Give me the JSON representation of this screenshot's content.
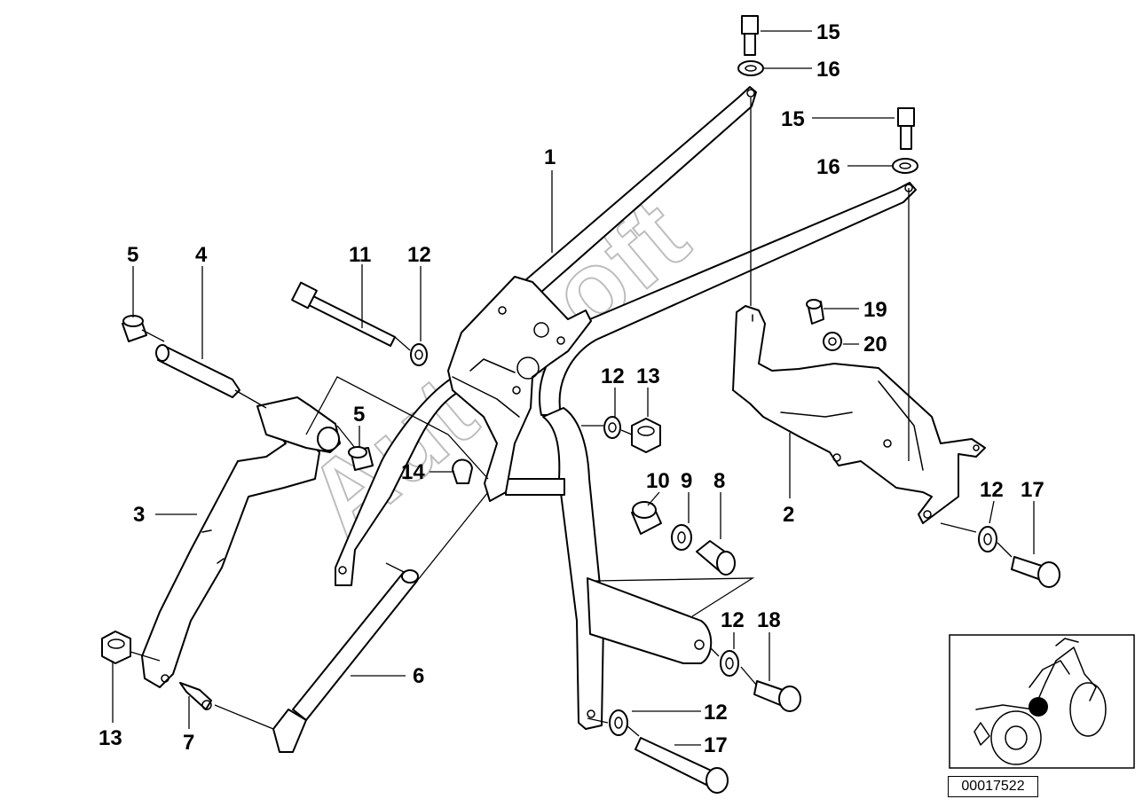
{
  "diagram": {
    "watermark": "AutoSoft",
    "reference_number": "00017522",
    "callouts": {
      "c1": "1",
      "c2": "2",
      "c3": "3",
      "c4": "4",
      "c5a": "5",
      "c5b": "5",
      "c6": "6",
      "c7": "7",
      "c8": "8",
      "c9": "9",
      "c10": "10",
      "c11": "11",
      "c12a": "12",
      "c12b": "12",
      "c12c": "12",
      "c12d": "12",
      "c12e": "12",
      "c13a": "13",
      "c13b": "13",
      "c14": "14",
      "c15a": "15",
      "c15b": "15",
      "c16a": "16",
      "c16b": "16",
      "c17a": "17",
      "c17b": "17",
      "c18": "18",
      "c19": "19",
      "c20": "20"
    }
  }
}
